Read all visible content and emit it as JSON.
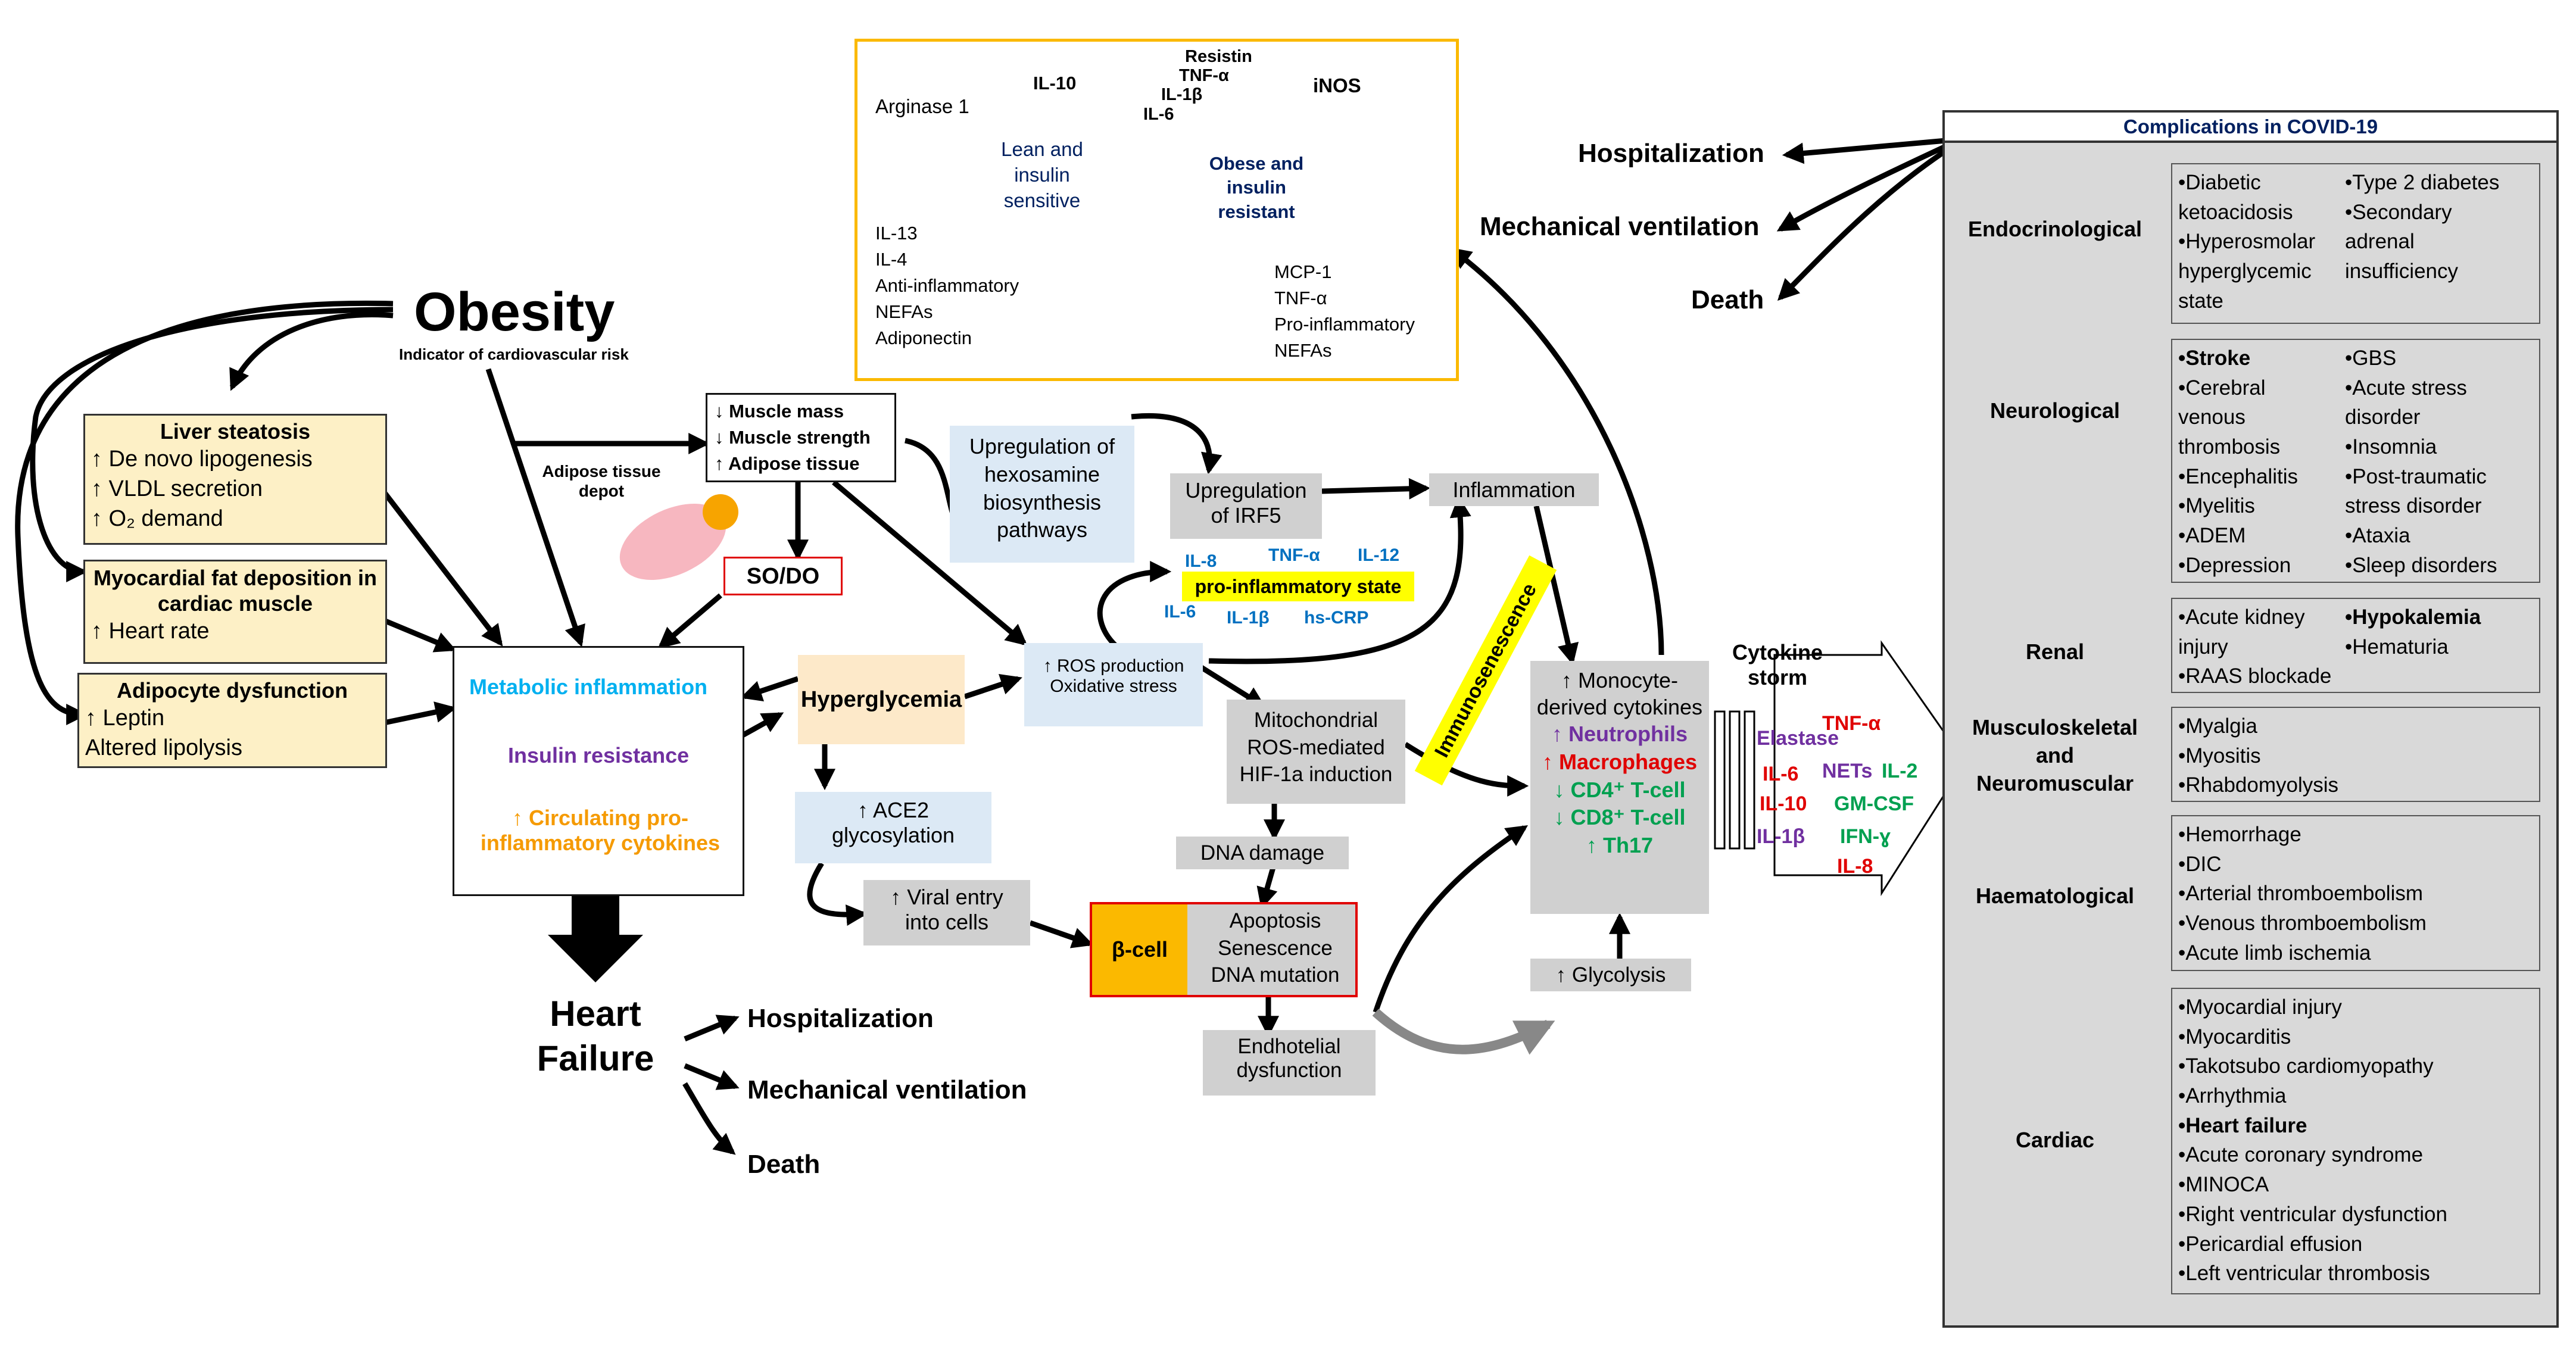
{
  "obesity": {
    "title": "Obesity",
    "subtitle": "Indicator of cardiovascular risk"
  },
  "liver": {
    "title": "Liver steatosis",
    "items": [
      "↑ De novo lipogenesis",
      "↑ VLDL secretion",
      "↑ O₂ demand"
    ]
  },
  "myocardial": {
    "title": "Myocardial fat deposition in cardiac muscle",
    "items": [
      "↑ Heart rate"
    ]
  },
  "adipocyte": {
    "title": "Adipocyte dysfunction",
    "items": [
      "↑ Leptin",
      "Altered lipolysis"
    ]
  },
  "adipose_depot": "Adipose tissue depot",
  "muscle": {
    "items": [
      "↓ Muscle mass",
      "↓ Muscle strength",
      "↑ Adipose tissue"
    ]
  },
  "sodo": "SO/DO",
  "central": {
    "metabolic": "Metabolic inflammation",
    "insulin": "Insulin resistance",
    "cytokines": "↑ Circulating pro-inflammatory cytokines"
  },
  "heart_failure": {
    "title": "Heart Failure",
    "outcomes": [
      "Hospitalization",
      "Mechanical ventilation",
      "Death"
    ]
  },
  "hyperglycemia": "Hyperglycemia",
  "ace2": "↑ ACE2 glycosylation",
  "viral": "↑ Viral entry into cells",
  "ros": "↑ ROS production Oxidative stress",
  "hexosamine": "Upregulation of hexosamine biosynthesis pathways",
  "irf5": "Upregulation of IRF5",
  "inflammation": "Inflammation",
  "proinflammatory": {
    "label": "pro-inflammatory state",
    "il8": "IL-8",
    "tnf": "TNF-α",
    "il12": "IL-12",
    "il6": "IL-6",
    "il1b": "IL-1β",
    "hscrp": "hs-CRP"
  },
  "mito": "Mitochondrial ROS-mediated HIF-1a induction",
  "dna_damage": "DNA damage",
  "beta_cell": {
    "label": "β-cell",
    "effects": "Apoptosis Senescence DNA mutation"
  },
  "endothelial": "Endhotelial dysfunction",
  "immunosenescence": "Immunosenescence",
  "immune": {
    "mono": "↑ Monocyte-derived cytokines",
    "neutro": "↑ Neutrophils",
    "macro": "↑ Macrophages",
    "cd4": "↓ CD4⁺ T-cell",
    "cd8": "↓ CD8⁺ T-cell",
    "th17": "↑ Th17"
  },
  "glycolysis": "↑ Glycolysis",
  "storm": {
    "title": "Cytokine storm",
    "elastase": "Elastase",
    "tnf": "TNF-α",
    "il6": "IL-6",
    "nets": "NETs",
    "il2": "IL-2",
    "il10": "IL-10",
    "gmcsf": "GM-CSF",
    "il1b": "IL-1β",
    "ifn": "IFN-ɣ",
    "il8": "IL-8"
  },
  "inset": {
    "arginase": "Arginase 1",
    "il10": "IL-10",
    "resistin": "Resistin",
    "tnf": "TNF-α",
    "il1b": "IL-1β",
    "il6": "IL-6",
    "inos": "iNOS",
    "lean": "Lean and insulin sensitive",
    "obese": "Obese and insulin resistant",
    "left_list": [
      "IL-13",
      "IL-4",
      "Anti-inflammatory",
      "NEFAs",
      "Adiponectin"
    ],
    "right_list": [
      "MCP-1",
      "TNF-α",
      "Pro-inflammatory",
      "NEFAs"
    ]
  },
  "covid_outcomes": [
    "Hospitalization",
    "Mechanical ventilation",
    "Death"
  ],
  "complications": {
    "title": "Complications in COVID-19",
    "sections": [
      {
        "name": "Endocrinological",
        "col1": [
          "•Diabetic",
          " ketoacidosis",
          "•Hyperosmolar",
          " hyperglycemic",
          " state"
        ],
        "col2": [
          "•Type 2 diabetes",
          "•Secondary",
          " adrenal",
          " insufficiency"
        ]
      },
      {
        "name": "Neurological",
        "col1": [
          "•Stroke",
          "•Cerebral",
          " venous",
          " thrombosis",
          "•Encephalitis",
          "•Myelitis",
          "•ADEM",
          "•Depression"
        ],
        "col2": [
          "•GBS",
          "•Acute stress",
          " disorder",
          "•Insomnia",
          "•Post-traumatic",
          " stress disorder",
          "•Ataxia",
          "•Sleep disorders"
        ]
      },
      {
        "name": "Renal",
        "col1": [
          "•Acute kidney",
          " injury",
          "•RAAS blockade"
        ],
        "col2": [
          "•Hypokalemia",
          "•Hematuria"
        ]
      },
      {
        "name": "Musculoskeletal and Neuromuscular",
        "col1": [
          "•Myalgia",
          "•Myositis",
          "•Rhabdomyolysis"
        ],
        "col2": []
      },
      {
        "name": "Haematological",
        "col1": [
          "•Hemorrhage",
          "•DIC",
          "•Arterial thromboembolism",
          "•Venous thromboembolism",
          "•Acute limb ischemia"
        ],
        "col2": []
      },
      {
        "name": "Cardiac",
        "col1": [
          "•Myocardial injury",
          "•Myocarditis",
          "•Takotsubo cardiomyopathy",
          "•Arrhythmia",
          "•Heart failure",
          "•Acute coronary syndrome",
          "•MINOCA",
          "•Right ventricular dysfunction",
          "•Pericardial effusion",
          "•Left ventricular thrombosis"
        ],
        "col2": []
      }
    ]
  },
  "colors": {
    "cyan": "#00b0f0",
    "purple": "#7030a0",
    "orange": "#f59a00",
    "red": "#e00000",
    "green": "#00a050",
    "navy": "#002060",
    "blue": "#0070c0",
    "yellow": "#ffff00",
    "gold": "#fbb900"
  }
}
